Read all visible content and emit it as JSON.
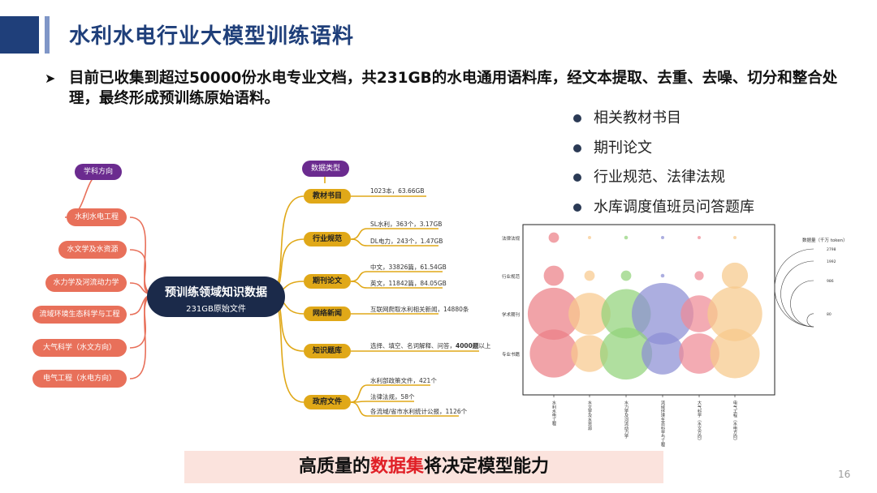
{
  "title": "水利水电行业大模型训练语料",
  "intro": {
    "arrow": "➤",
    "text": "目前已收集到超过50000份水电专业文档，共231GB的水电通用语料库，经文本提取、去重、去噪、切分和整合处理，最终形成预训练原始语料。"
  },
  "bullets": [
    "相关教材书目",
    "期刊论文",
    "行业规范、法律法规",
    "水库调度值班员问答题库"
  ],
  "mindmap": {
    "center": {
      "title": "预训练领域知识数据",
      "subtitle": "231GB原始文件"
    },
    "left_header": "学科方向",
    "left_items": [
      "水利水电工程",
      "水文学及水资源",
      "水力学及河流动力学",
      "流域环境生态科学与工程",
      "大气科学（水文方向）",
      "电气工程（水电方向）"
    ],
    "right_header": "数据类型",
    "right_items": [
      {
        "label": "教材书目",
        "details": [
          "1023本，63.66GB"
        ]
      },
      {
        "label": "行业规范",
        "details": [
          "SL水利，363个，3.17GB",
          "DL电力，243个，1.47GB"
        ]
      },
      {
        "label": "期刊论文",
        "details": [
          "中文，33826篇，61.54GB",
          "英文，11842篇，84.05GB"
        ]
      },
      {
        "label": "网络新闻",
        "details": [
          "互联网爬取水利相关新闻，14880条"
        ]
      },
      {
        "label": "知识题库",
        "details_html": [
          "选择、填空、名词解释、问答，",
          "4000题",
          "以上"
        ]
      },
      {
        "label": "政府文件",
        "details": [
          "水利部政策文件，421个",
          "法律法规，58个",
          "各流域/省市水利统计公报，1126个"
        ]
      }
    ]
  },
  "chart_data": {
    "type": "scatter",
    "title": "",
    "x_categories": [
      "水利水电工程",
      "水文学及水资源",
      "水力学及河流动力学",
      "流域环境生态科学与工程",
      "大气科学（水文方向）",
      "电气工程（水电方向）"
    ],
    "y_categories": [
      "法律法规",
      "行业规范",
      "学术期刊",
      "专业书籍"
    ],
    "series": [
      {
        "y": "法律法规",
        "sizes": [
          80,
          5,
          10,
          3,
          8,
          5
        ]
      },
      {
        "y": "行业规范",
        "sizes": [
          300,
          80,
          80,
          10,
          60,
          500
        ]
      },
      {
        "y": "学术期刊",
        "sizes": [
          2000,
          1300,
          1800,
          2798,
          1000,
          2200
        ]
      },
      {
        "y": "专业书籍",
        "sizes": [
          1700,
          1000,
          2000,
          1300,
          1200,
          1800
        ]
      }
    ],
    "colors": [
      "#ec7f86",
      "#f8c98e",
      "#92d27a",
      "#8c8fd4",
      "#ee8a96",
      "#f7c98a"
    ],
    "size_legend": {
      "label": "数据量（千万 token）",
      "values": [
        "2798",
        "1992",
        "986",
        "80"
      ]
    }
  },
  "banner": {
    "pre": "高质量的",
    "highlight": "数据集",
    "post": "将决定模型能力"
  },
  "page_number": "16",
  "colors": {
    "accent": "#1f3f7a",
    "purple": "#6b2b8f",
    "orange": "#e0a818",
    "salmon": "#e8705a",
    "navy": "#1b2a4a",
    "highlight": "#e01f26"
  }
}
